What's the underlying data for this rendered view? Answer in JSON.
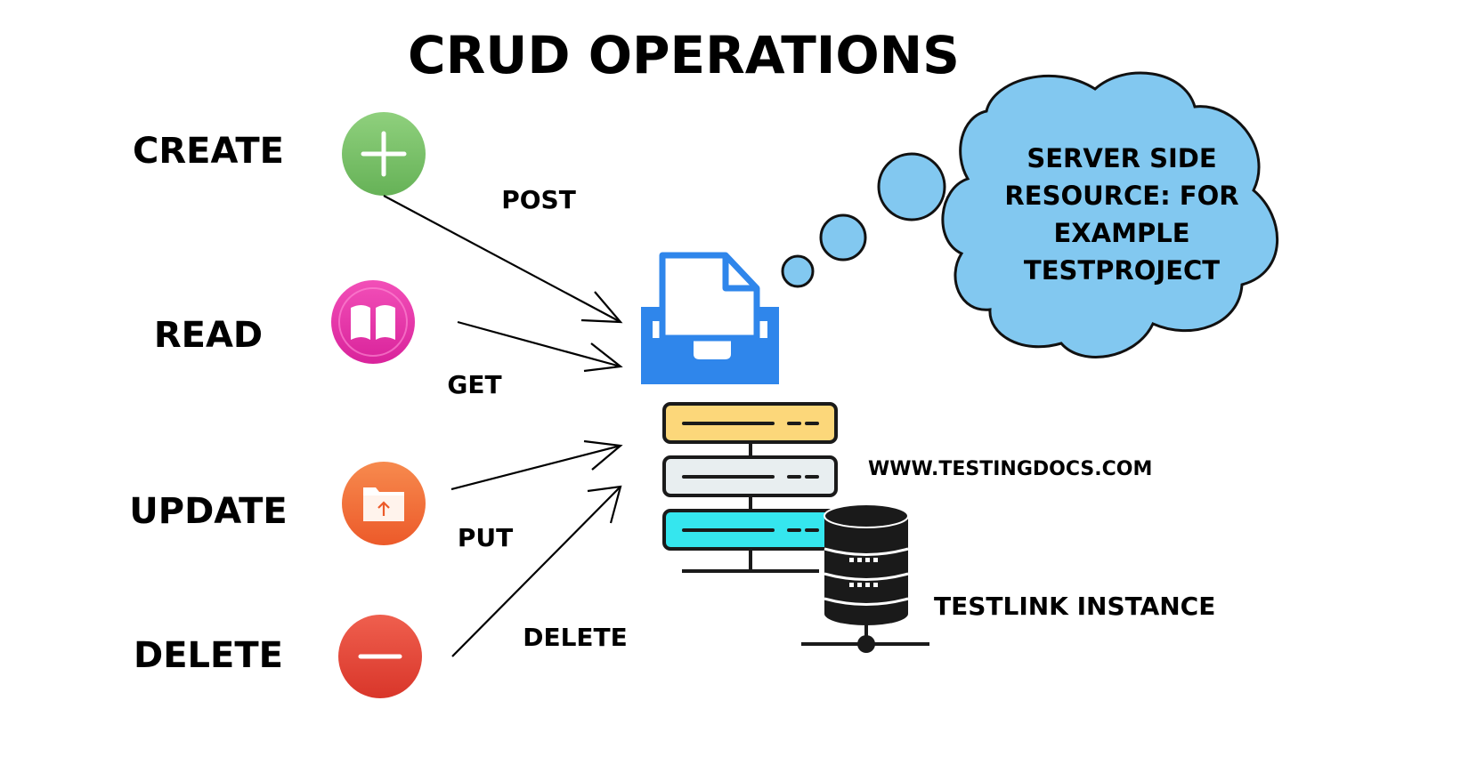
{
  "title": "CRUD OPERATIONS",
  "operations": [
    {
      "label": "CREATE",
      "method": "POST",
      "icon": "plus-icon",
      "color": "#7cc36e"
    },
    {
      "label": "READ",
      "method": "GET",
      "icon": "book-icon",
      "color": "#e23aa8"
    },
    {
      "label": "UPDATE",
      "method": "PUT",
      "icon": "folder-upload-icon",
      "color": "#f26d3c"
    },
    {
      "label": "DELETE",
      "method": "DELETE",
      "icon": "minus-icon",
      "color": "#e54b3a"
    }
  ],
  "cloud": {
    "lines": [
      "SERVER SIDE",
      "RESOURCE: FOR",
      "EXAMPLE",
      "TESTPROJECT"
    ],
    "color": "#82c8f0"
  },
  "website": "WWW.TESTINGDOCS.COM",
  "instance_label": "TESTLINK INSTANCE",
  "colors": {
    "inbox": "#2f86eb",
    "server_1": "#fcd77a",
    "server_2": "#e8eef0",
    "server_3": "#35e6ee",
    "database": "#1a1a1a"
  }
}
